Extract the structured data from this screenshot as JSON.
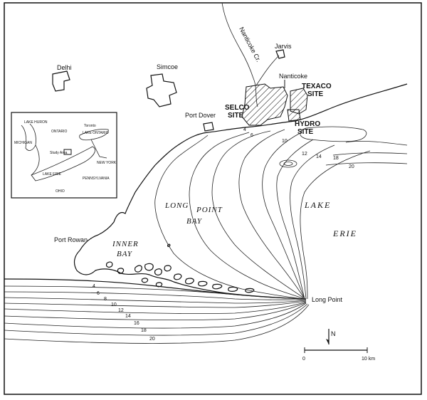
{
  "towns": {
    "delhi": "Delhi",
    "simcoe": "Simcoe",
    "jarvis": "Jarvis",
    "nanticoke": "Nanticoke",
    "port_dover": "Port Dover",
    "port_rowan": "Port Rowan",
    "long_point": "Long Point"
  },
  "river": "Nanticoke Cr.",
  "sites": {
    "selco_1": "SELCO",
    "selco_2": "SITE",
    "texaco_1": "TEXACO",
    "texaco_2": "SITE",
    "hydro_1": "HYDRO",
    "hydro_2": "SITE"
  },
  "water_bodies": {
    "long_point_bay": [
      "LONG",
      "POINT",
      "BAY"
    ],
    "inner_bay": [
      "INNER",
      "BAY"
    ],
    "lake_erie": [
      "LAKE",
      "ERIE"
    ]
  },
  "depth_labels_east": [
    "4",
    "6",
    "10",
    "12",
    "14",
    "18",
    "20"
  ],
  "depth_labels_south": [
    "4",
    "6",
    "8",
    "10",
    "12",
    "14",
    "16",
    "18",
    "20"
  ],
  "north_arrow": "N",
  "scale": {
    "start": "0",
    "end": "10 km"
  },
  "inset": {
    "labels": [
      "LAKE HURON",
      "ONTARIO",
      "Toronto",
      "LAKE ONTARIO",
      "MICHIGAN",
      "Study Area",
      "NEW YORK",
      "LAKE ERIE",
      "PENNSYLVANIA",
      "OHIO"
    ]
  },
  "colors": {
    "land": "#ffffff",
    "water": "#ffffff",
    "line": "#111111"
  }
}
